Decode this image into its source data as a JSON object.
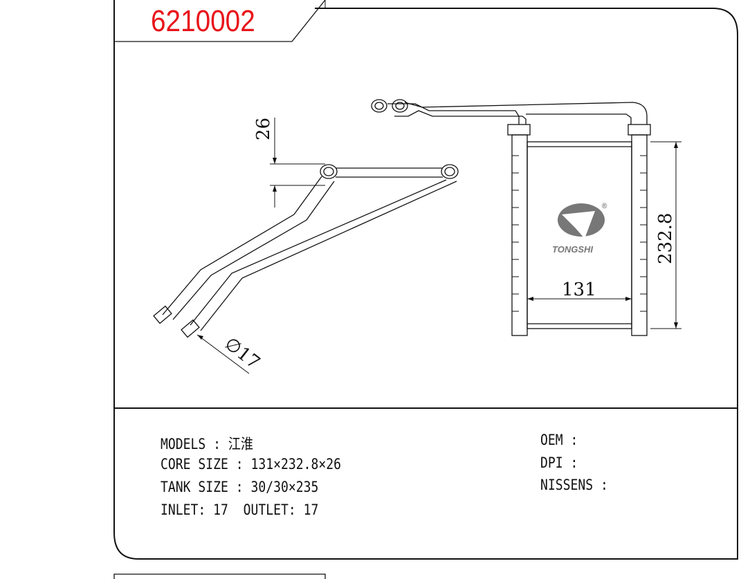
{
  "part_number": "6210002",
  "colors": {
    "part_number": "#e8141b",
    "line": "#111111"
  },
  "drawing": {
    "dim_thickness": "26",
    "dim_height": "232.8",
    "dim_width": "131",
    "dim_pipe": "∅17",
    "logo_text": "TONGSHI",
    "logo_mark": "®"
  },
  "specs": {
    "models": "MODELS : 江淮",
    "core_size": "CORE SIZE : 131×232.8×26",
    "tank_size": "TANK SIZE : 30/30×235",
    "inlet_outlet": "INLET: 17  OUTLET: 17",
    "oem": "OEM :",
    "dpi": "DPI :",
    "nissens": "NISSENS :"
  }
}
